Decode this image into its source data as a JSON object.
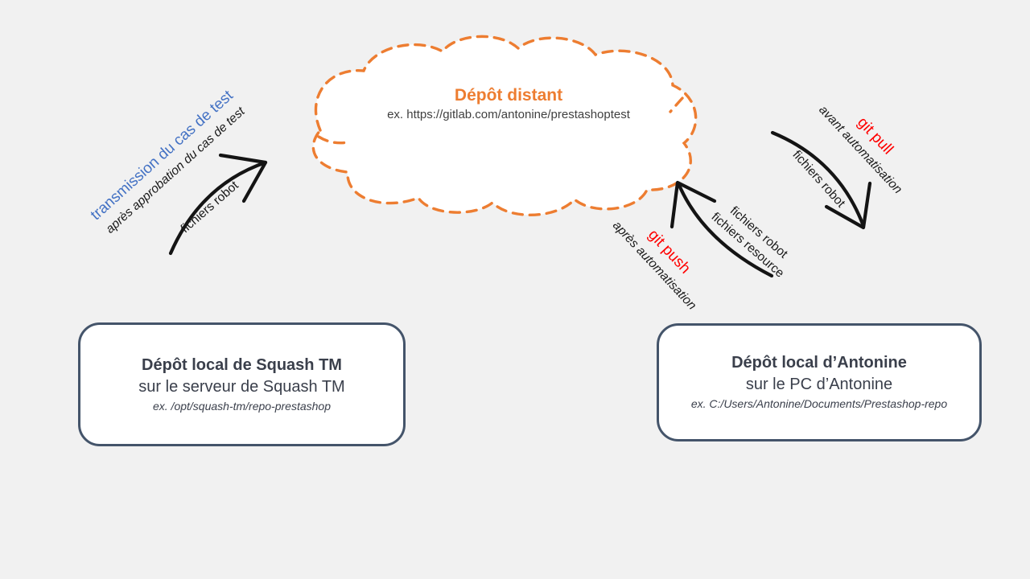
{
  "colors": {
    "background": "#F1F1F1",
    "cloud_orange": "#ED7D31",
    "action_blue": "#4472C4",
    "command_red": "#FF0000",
    "box_border": "#44546A",
    "arrow_black": "#141414"
  },
  "cloud": {
    "title": "Dépôt distant",
    "example": "ex. https://gitlab.com/antonine/prestashoptest"
  },
  "boxes": {
    "squash": {
      "title": "Dépôt local de Squash TM",
      "subtitle": "sur le serveur de Squash TM",
      "example": "ex. /opt/squash-tm/repo-prestashop"
    },
    "antonine": {
      "title": "Dépôt local d’Antonine",
      "subtitle": "sur le PC d’Antonine",
      "example": "ex. C:/Users/Antonine/Documents/Prestashop-repo"
    }
  },
  "arrows": {
    "transmission": {
      "action": "transmission du cas de test",
      "condition": "après approbation du cas de test",
      "files": "fichiers robot"
    },
    "git_pull": {
      "command": "git pull",
      "condition": "avant automatisation",
      "files": "fichiers robot"
    },
    "git_push": {
      "command": "git push",
      "condition": "après automatisation",
      "files_robot": "fichiers robot",
      "files_resource": "fichiers resource"
    }
  }
}
